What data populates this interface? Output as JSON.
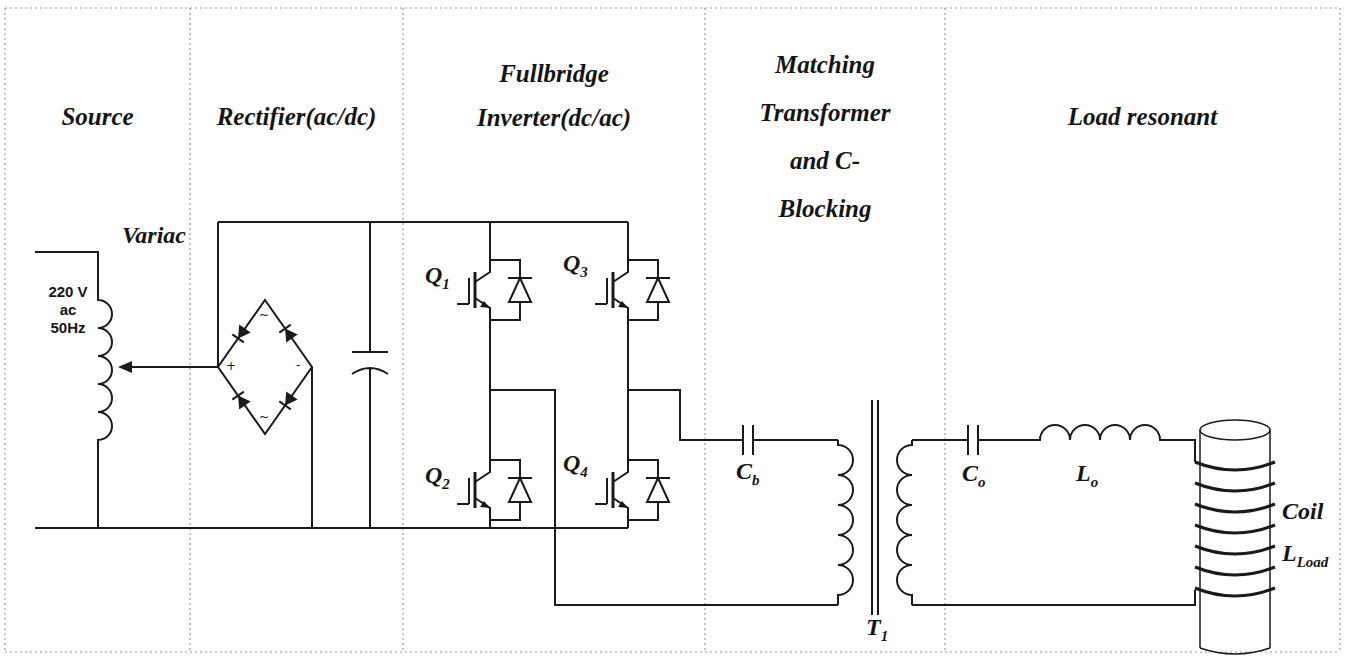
{
  "diagram": {
    "nodes": [
      {
        "text": [
          "Source"
        ]
      },
      {
        "text": [
          "Rectifier(ac/dc)"
        ]
      },
      {
        "text": [
          "Fullbridge Inverter(dc/ac)"
        ]
      },
      {
        "text": [
          "Matching Transformer and C-Blocking"
        ]
      },
      {
        "text": [
          "Load resonant"
        ]
      }
    ],
    "labels": [
      "Variac",
      "220 V ac 50Hz",
      "~",
      "+",
      "-",
      "~",
      "Q1",
      "Q3",
      "Q2",
      "Q4",
      "Cb",
      "T1",
      "Co",
      "Lo",
      "Coil",
      "LLoad"
    ]
  }
}
